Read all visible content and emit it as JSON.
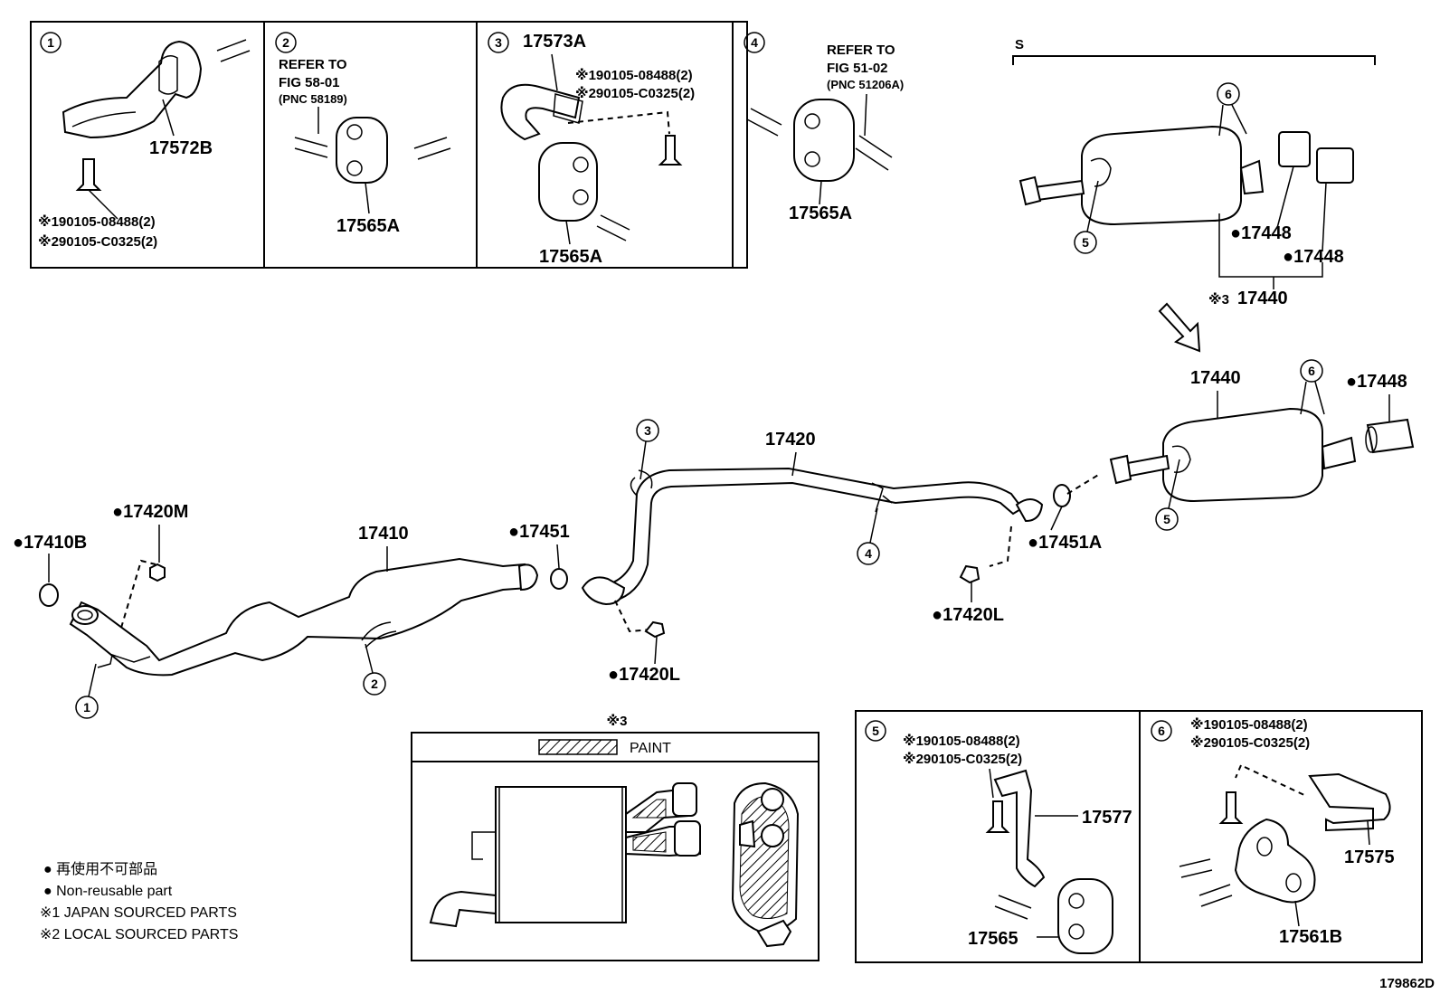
{
  "diagram_id": "179862D",
  "top_panels": {
    "p1": {
      "num": "1",
      "part": "17572B",
      "note1": "※190105-08488(2)",
      "note2": "※290105-C0325(2)"
    },
    "p2": {
      "num": "2",
      "refer1": "REFER TO",
      "refer2": "FIG 58-01",
      "refer3": "(PNC 58189)",
      "part": "17565A"
    },
    "p3": {
      "num": "3",
      "part_top": "17573A",
      "note1": "※190105-08488(2)",
      "note2": "※290105-C0325(2)",
      "part": "17565A"
    },
    "p4": {
      "num": "4",
      "refer1": "REFER TO",
      "refer2": "FIG 51-02",
      "refer3": "(PNC 51206A)",
      "part": "17565A"
    }
  },
  "s_section": {
    "label": "S",
    "callout_6": "6",
    "callout_5": "5",
    "tip1": "●17448",
    "tip2": "●17448",
    "assy_prefix": "※3",
    "assy": "17440"
  },
  "main": {
    "p17410B": "●17410B",
    "p17420M": "●17420M",
    "p17410": "17410",
    "p17451": "●17451",
    "p17420L_a": "●17420L",
    "p17420": "17420",
    "p17451A": "●17451A",
    "p17420L_b": "●17420L",
    "p17440": "17440",
    "p17448": "●17448",
    "c1": "1",
    "c2": "2",
    "c3": "3",
    "c4": "4",
    "c5": "5",
    "c6": "6"
  },
  "paint_box": {
    "title": "※3",
    "label": "PAINT"
  },
  "box5": {
    "num": "5",
    "note1": "※190105-08488(2)",
    "note2": "※290105-C0325(2)",
    "part_a": "17577",
    "part_b": "17565"
  },
  "box6": {
    "num": "6",
    "note1": "※190105-08488(2)",
    "note2": "※290105-C0325(2)",
    "part_a": "17575",
    "part_b": "17561B"
  },
  "legend": {
    "line1": "● 再使用不可部品",
    "line2": "● Non-reusable part",
    "line3": "※1 JAPAN SOURCED PARTS",
    "line4": "※2 LOCAL SOURCED PARTS"
  }
}
